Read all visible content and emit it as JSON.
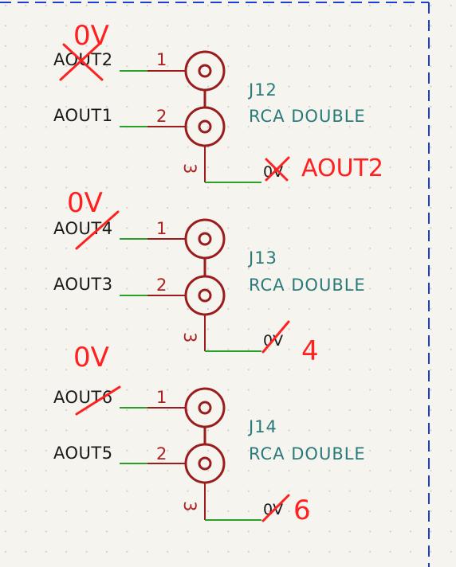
{
  "connectors": [
    {
      "ref": "J12",
      "value": "RCA DOUBLE",
      "pin1_net": "AOUT2",
      "pin2_net": "AOUT1",
      "pin3_net": "0V",
      "pin1": "1",
      "pin2": "2",
      "pin3": "3",
      "annotation_pin1": "0V",
      "annotation_pin3": "AOUT2"
    },
    {
      "ref": "J13",
      "value": "RCA DOUBLE",
      "pin1_net": "AOUT4",
      "pin2_net": "AOUT3",
      "pin3_net": "0V",
      "pin1": "1",
      "pin2": "2",
      "pin3": "3",
      "annotation_pin1": "0V",
      "annotation_pin3": "4"
    },
    {
      "ref": "J14",
      "value": "RCA DOUBLE",
      "pin1_net": "AOUT6",
      "pin2_net": "AOUT5",
      "pin3_net": "0V",
      "pin1": "1",
      "pin2": "2",
      "pin3": "3",
      "annotation_pin1": "0V",
      "annotation_pin3": "6"
    }
  ],
  "colors": {
    "background": "#f5f4ef",
    "grid_dot": "#c8c8c8",
    "wire": "#2aa02a",
    "symbol": "#9a1c1c",
    "reference": "#2a7a7a",
    "border": "#1c3fcf",
    "annotation_ink": "#ff2020"
  }
}
